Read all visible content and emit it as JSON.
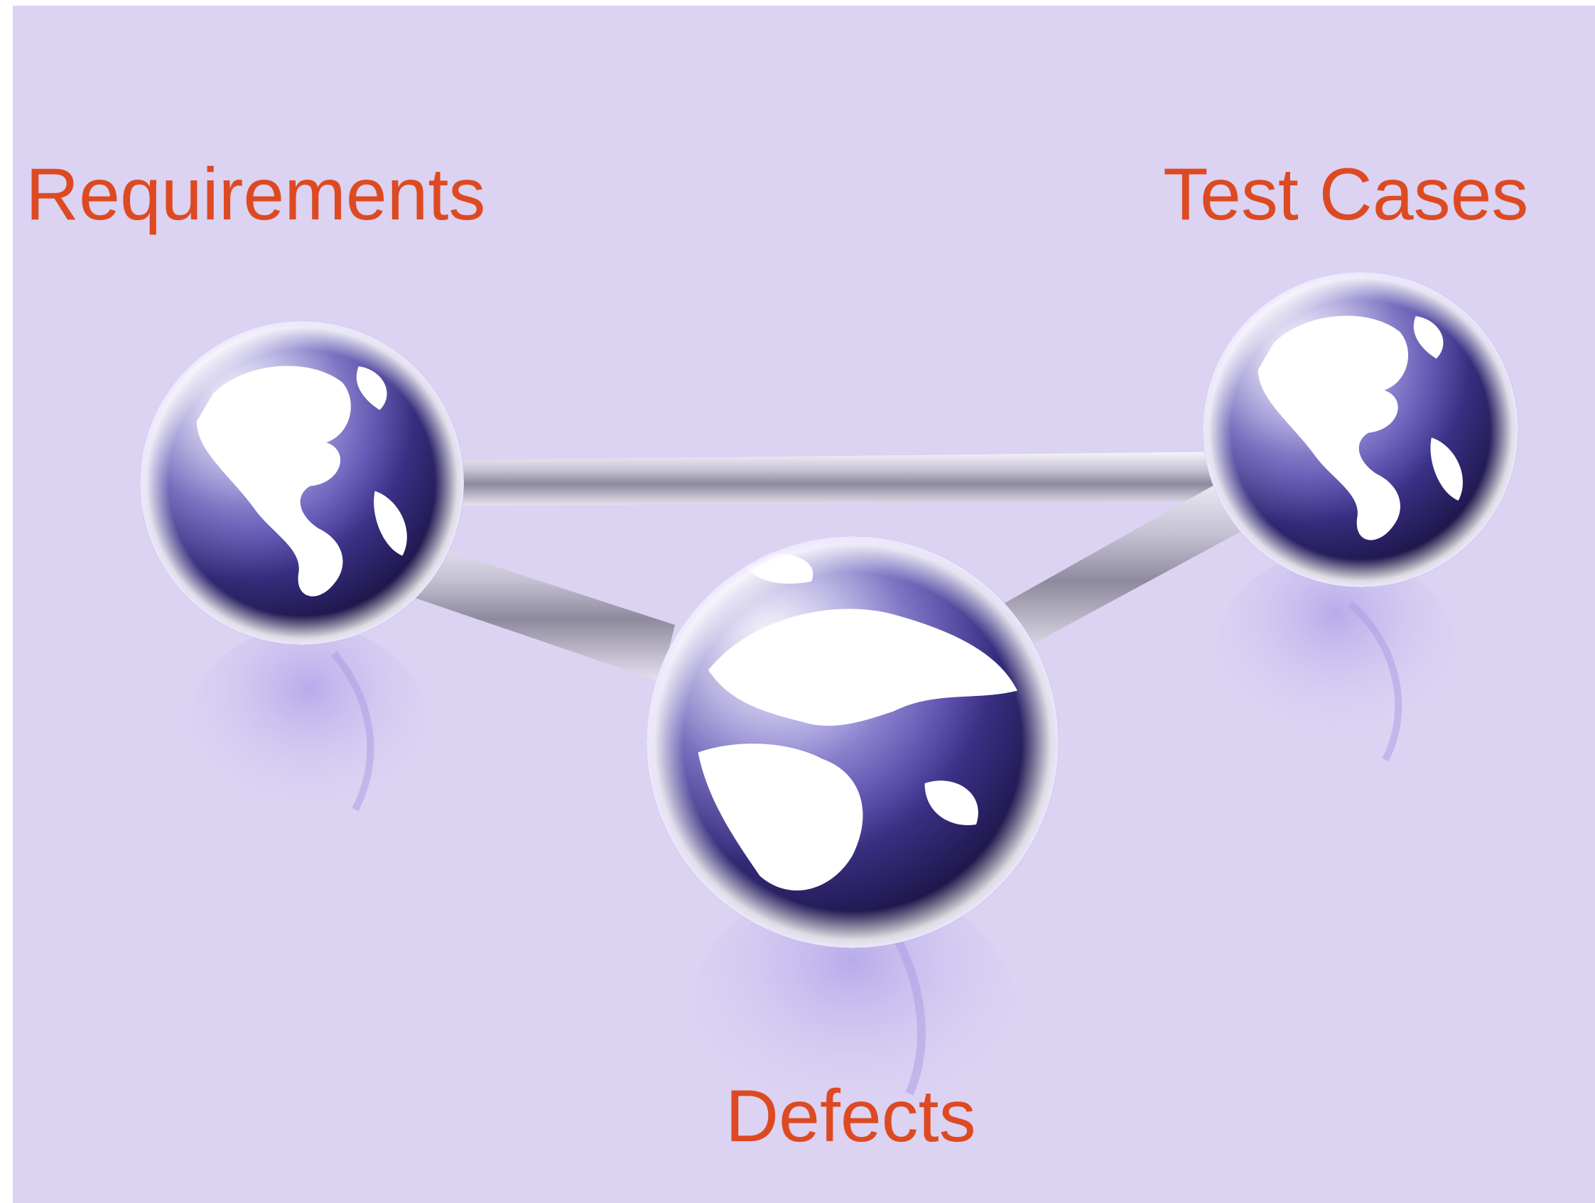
{
  "diagram": {
    "nodes": [
      {
        "id": "requirements",
        "label": "Requirements",
        "icon": "globe-icon"
      },
      {
        "id": "test-cases",
        "label": "Test Cases",
        "icon": "globe-icon"
      },
      {
        "id": "defects",
        "label": "Defects",
        "icon": "globe-icon"
      }
    ],
    "edges": [
      {
        "from": "requirements",
        "to": "test-cases"
      },
      {
        "from": "requirements",
        "to": "defects"
      },
      {
        "from": "test-cases",
        "to": "defects"
      }
    ]
  },
  "colors": {
    "background": "#dcd2f2",
    "label": "#dd4a22",
    "globe_ocean": "#4a3f9e",
    "globe_land": "#ffffff",
    "rod": "#c9c7d2"
  }
}
